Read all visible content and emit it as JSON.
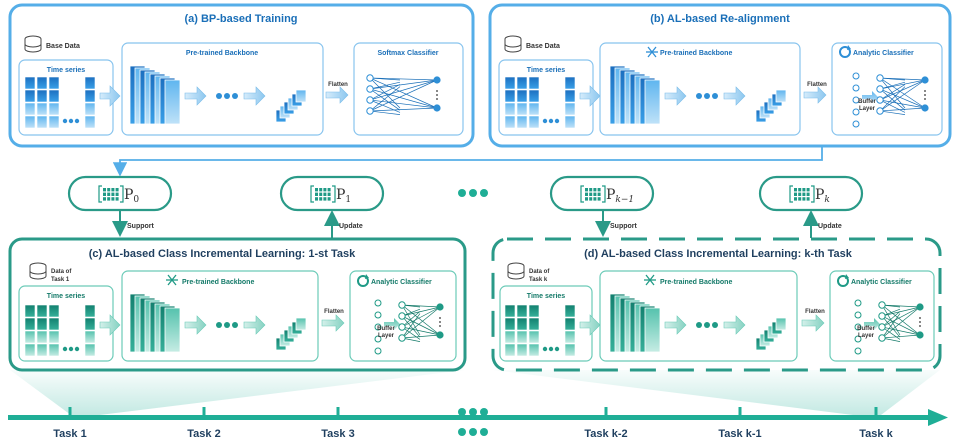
{
  "panels": {
    "a": {
      "title": "(a) BP-based Training",
      "data": "Base Data",
      "series": "Time series",
      "backbone": "Pre-trained Backbone",
      "flatten": "Flatten",
      "classifier": "Softmax Classifier"
    },
    "b": {
      "title": "(b) AL-based Re-alignment",
      "data": "Base Data",
      "series": "Time series",
      "backbone": "Pre-trained Backbone",
      "flatten": "Flatten",
      "classifier": "Analytic Classifier",
      "buffer1": "Buffer",
      "buffer2": "Layer"
    },
    "c": {
      "title": "(c) AL-based Class Incremental Learning: 1-st Task",
      "data1": "Data of",
      "data2": "Task 1",
      "series": "Time series",
      "backbone": "Pre-trained Backbone",
      "flatten": "Flatten",
      "classifier": "Analytic Classifier",
      "buffer1": "Buffer",
      "buffer2": "Layer"
    },
    "d": {
      "title": "(d) AL-based Class Incremental Learning: k-th Task",
      "data1": "Data of",
      "data2": "Task k",
      "series": "Time series",
      "backbone": "Pre-trained Backbone",
      "flatten": "Flatten",
      "classifier": "Analytic Classifier",
      "buffer1": "Buffer",
      "buffer2": "Layer"
    }
  },
  "params": {
    "p0": "P",
    "p0_sub": "0",
    "p1": "P",
    "p1_sub": "1",
    "pk1": "P",
    "pk1_sub": "k−1",
    "pk": "P",
    "pk_sub": "k"
  },
  "labels": {
    "support": "Support",
    "update": "Update"
  },
  "timeline": [
    "Task 1",
    "Task 2",
    "Task 3",
    "Task k-2",
    "Task k-1",
    "Task k"
  ],
  "colors": {
    "blue": "#2e8fd6",
    "blue_light": "#9fd0f3",
    "teal": "#1f9a86",
    "teal_light": "#a6e0d5",
    "panel_blue": "#55aee8",
    "panel_teal": "#2a9a88",
    "axis": "#1fae96"
  }
}
